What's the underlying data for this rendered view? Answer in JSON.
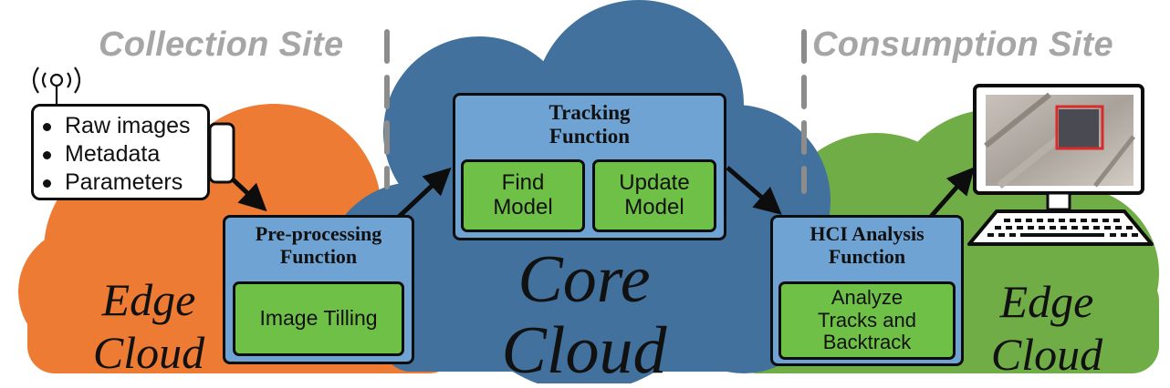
{
  "sites": {
    "collection": "Collection Site",
    "consumption": "Consumption Site"
  },
  "clouds": {
    "left": "Edge\nCloud",
    "core": "Core\nCloud",
    "right": "Edge\nCloud"
  },
  "data_list": [
    "Raw images",
    "Metadata",
    "Parameters"
  ],
  "functions": {
    "preprocessing": {
      "title": "Pre-processing\nFunction",
      "items": [
        "Image Tilling"
      ]
    },
    "tracking": {
      "title": "Tracking\nFunction",
      "items": [
        "Find\nModel",
        "Update\nModel"
      ]
    },
    "hci": {
      "title": "HCI Analysis\nFunction",
      "items": [
        "Analyze\nTracks and\nBacktrack"
      ]
    }
  },
  "colors": {
    "edge_left": "#ed7b33",
    "core": "#41719c",
    "edge_right": "#70ad47",
    "function_box": "#6fa3d4",
    "inner_box": "#6fc046",
    "site_title": "#a6a6a6"
  },
  "icons": [
    "antenna-icon",
    "monitor-icon",
    "keyboard-icon"
  ]
}
